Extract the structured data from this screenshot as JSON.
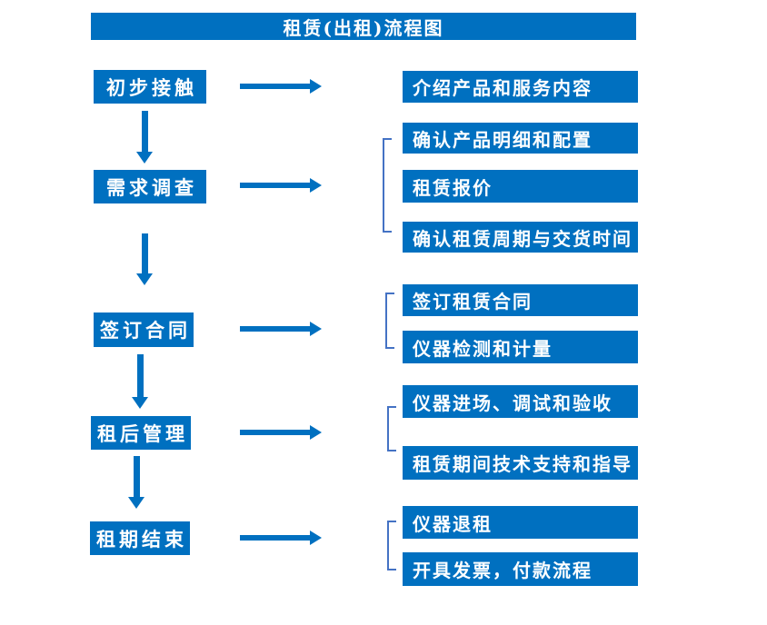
{
  "title": "租赁(出租)流程图",
  "colors": {
    "primary_blue": "#0070C0",
    "bracket_blue": "#4472C4",
    "box_text": "#FFFFFF",
    "background": "#FFFFFF"
  },
  "stages": [
    {
      "label": "初步接触",
      "details": [
        "介绍产品和服务内容"
      ]
    },
    {
      "label": "需求调查",
      "details": [
        "确认产品明细和配置",
        "租赁报价",
        "确认租赁周期与交货时间"
      ]
    },
    {
      "label": "签订合同",
      "details": [
        "签订租赁合同",
        "仪器检测和计量"
      ]
    },
    {
      "label": "租后管理",
      "details": [
        "仪器进场、调试和验收",
        "租赁期间技术支持和指导"
      ]
    },
    {
      "label": "租期结束",
      "details": [
        "仪器退租",
        "开具发票，付款流程"
      ]
    }
  ]
}
